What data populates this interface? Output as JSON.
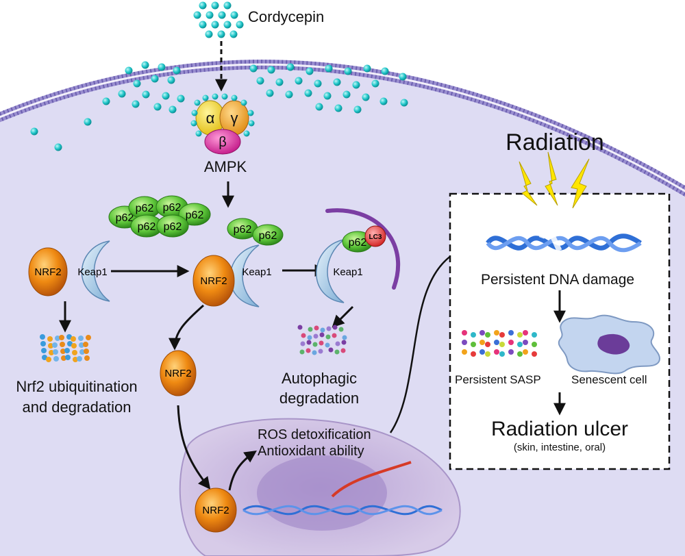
{
  "stimulus": {
    "label": "Cordycepin"
  },
  "ampk": {
    "label": "AMPK",
    "subunits": {
      "alpha": "α",
      "gamma": "γ",
      "beta": "β"
    }
  },
  "proteins": {
    "p62": "p62",
    "nrf2": "NRF2",
    "keap1": "Keap1",
    "lc3": "LC3"
  },
  "pathway": {
    "ubiquitination_line1": "Nrf2 ubiquitination",
    "ubiquitination_line2": "and degradation",
    "autophagic_line1": "Autophagic",
    "autophagic_line2": "degradation",
    "ros_line1": "ROS detoxification",
    "ros_line2": "Antioxidant ability"
  },
  "radiation_box": {
    "radiation": "Radiation",
    "dna_damage": "Persistent DNA damage",
    "sasp": "Persistent SASP",
    "senescent": "Senescent cell",
    "ulcer": "Radiation ulcer",
    "ulcer_sites": "(skin, intestine, oral)"
  },
  "colors": {
    "cytoplasm": "#dedcf3",
    "membrane": "#8a7fc0",
    "cordycepin_dot": "#1fc3c7",
    "p62": "#57c23a",
    "nrf2": "#e67f0b",
    "keap1": "#b4d4ee",
    "lc3": "#e73b3b",
    "nucleus": "#c6b6dc",
    "dna": "#2f6fd6",
    "lightning": "#ffe600"
  }
}
